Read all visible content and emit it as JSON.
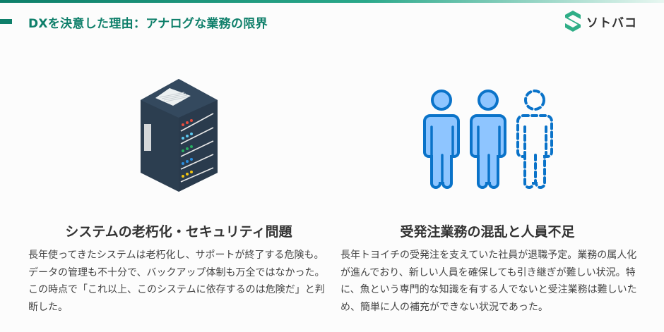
{
  "header": {
    "title": "DXを決意した理由：アナログな業務の限界",
    "logo_text": "ソトバコ",
    "accent": "#0e7f6a"
  },
  "columns": [
    {
      "icon": "server-rack-icon",
      "title": "システムの老朽化・セキュリティ問題",
      "text": "長年使ってきたシステムは老朽化し、サポートが終了する危険も。データの管理も不十分で、バックアップ体制も万全ではなかった。この時点で「これ以上、このシステムに依存するのは危険だ」と判断した。"
    },
    {
      "icon": "people-missing-person-icon",
      "title": "受発注業務の混乱と人員不足",
      "text": "長年トヨイチの受発注を支えていた社員が退職予定。業務の属人化が進んでおり、新しい人員を確保しても引き継ぎが難しい状況。特に、魚という専門的な知識を有する人でないと受注業務は難しいため、簡単に人の補充ができない状況であった。"
    }
  ]
}
